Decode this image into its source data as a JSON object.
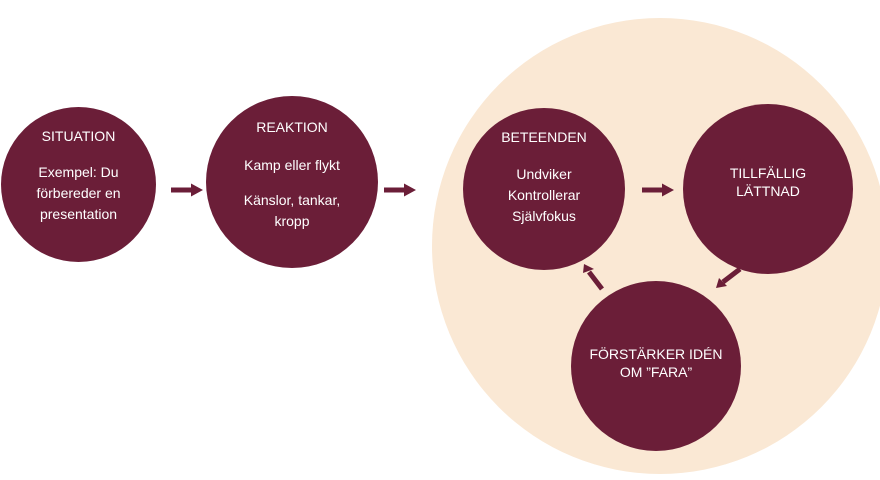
{
  "colors": {
    "node": "#6b1e38",
    "arrow": "#6b1e38",
    "background_circle": "#fae8d4"
  },
  "nodes": {
    "situation": {
      "title": "SITUATION",
      "lines": [
        "Exempel: Du",
        "förbereder en",
        "presentation"
      ]
    },
    "reaktion": {
      "title": "REAKTION",
      "line1": "Kamp eller flykt",
      "lines2": [
        "Känslor, tankar,",
        "kropp"
      ]
    },
    "beteenden": {
      "title": "BETEENDEN",
      "lines": [
        "Undviker",
        "Kontrollerar",
        "Självfokus"
      ]
    },
    "lattnad": {
      "lines": [
        "TILLFÄLLIG",
        "LÄTTNAD"
      ]
    },
    "forstarker": {
      "lines": [
        "FÖRSTÄRKER IDÉN",
        "OM ”FARA”"
      ]
    }
  },
  "arrows": [
    {
      "from": "situation",
      "to": "reaktion",
      "icon": "arrow-right-icon"
    },
    {
      "from": "reaktion",
      "to": "beteenden",
      "icon": "arrow-right-icon"
    },
    {
      "from": "beteenden",
      "to": "lattnad",
      "icon": "arrow-right-icon"
    },
    {
      "from": "lattnad",
      "to": "forstarker",
      "icon": "arrow-down-left-icon"
    },
    {
      "from": "forstarker",
      "to": "beteenden",
      "icon": "arrow-up-left-icon"
    }
  ]
}
